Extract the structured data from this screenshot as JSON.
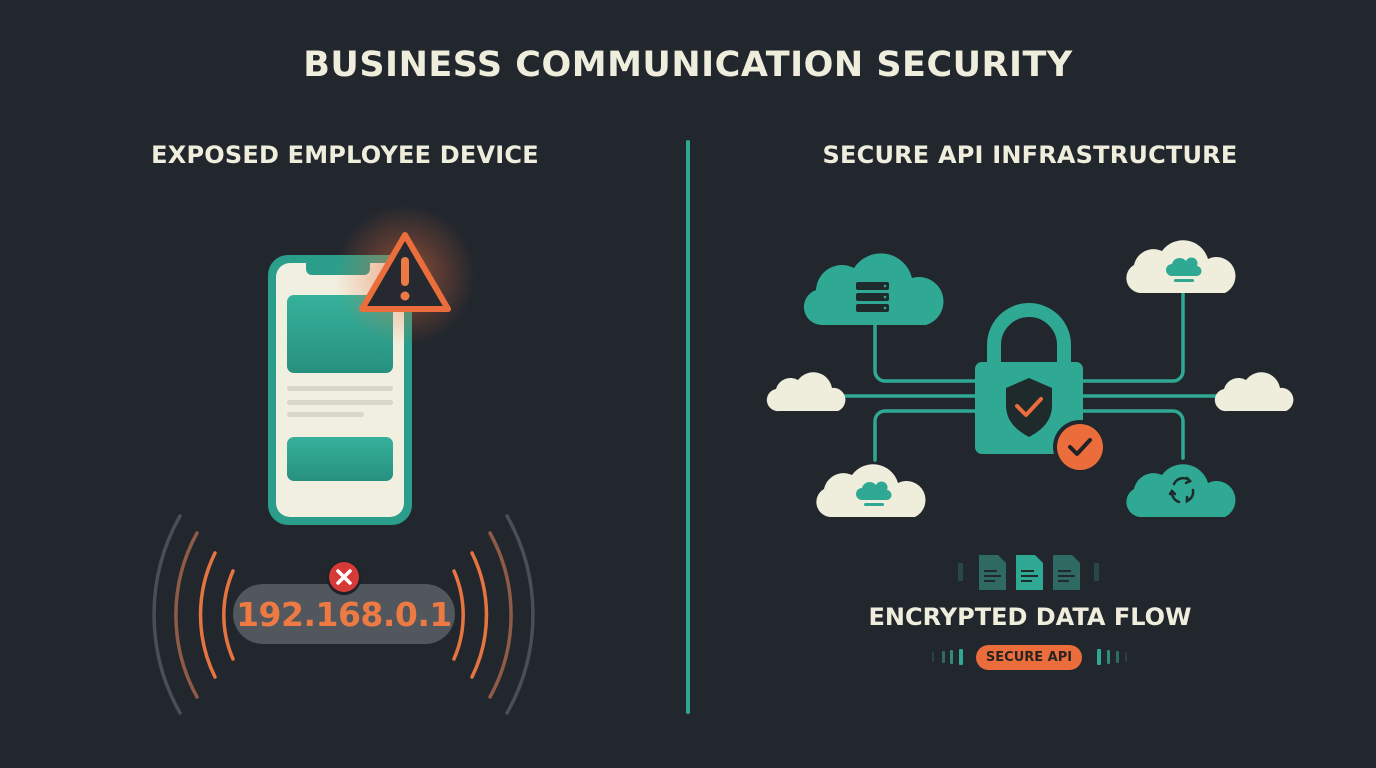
{
  "header": {
    "title": "BUSINESS COMMUNICATION SECURITY"
  },
  "left_panel": {
    "heading": "EXPOSED EMPLOYEE DEVICE",
    "device": {
      "icon": "smartphone-icon",
      "alert_icon": "warning-triangle-icon"
    },
    "ip_address": "192.168.0.1",
    "error_icon": "x-circle-icon",
    "signal_icon": "broadcast-waves-icon"
  },
  "right_panel": {
    "heading": "SECURE API INFRASTRUCTURE",
    "center_icon": "padlock-shield-check-icon",
    "verified_badge_icon": "check-circle-icon",
    "clouds": [
      {
        "position": "top-left",
        "style": "teal",
        "icon": "server-stack-icon"
      },
      {
        "position": "top-right",
        "style": "cream",
        "icon": "cloud-upload-icon"
      },
      {
        "position": "middle-left",
        "style": "cream",
        "icon": ""
      },
      {
        "position": "middle-right",
        "style": "cream",
        "icon": ""
      },
      {
        "position": "bottom-left",
        "style": "cream",
        "icon": "cloud-upload-icon"
      },
      {
        "position": "bottom-right",
        "style": "teal",
        "icon": "sync-arrows-icon"
      }
    ],
    "data_flow": {
      "documents": [
        "document-icon",
        "document-icon",
        "document-icon"
      ],
      "label": "ENCRYPTED DATA FLOW",
      "badge": "SECURE API"
    }
  },
  "colors": {
    "background": "#22272e",
    "teal": "#2fa894",
    "cream": "#efeedd",
    "orange": "#ec6d3c",
    "danger_red": "#d63a37",
    "pill_gray": "#52575d"
  }
}
